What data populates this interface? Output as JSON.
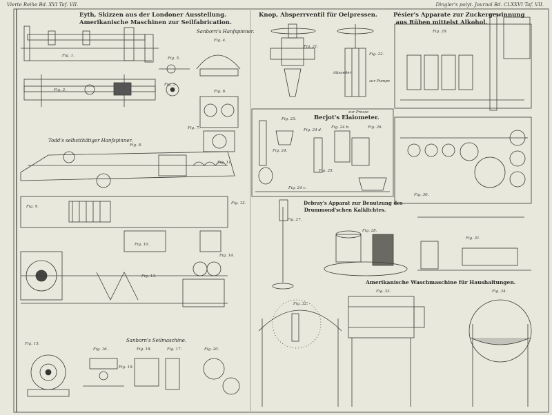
{
  "header": {
    "left": "Vierte Reihe Bd. XVI Taf. VII.",
    "right": "Dingler's polyt. Journal Bd. CLXXVI Taf. VII."
  },
  "titles": {
    "eyth_line1": "Eyth, Skizzen aus der Londoner Ausstellung.",
    "eyth_line2": "Amerikanische Maschinen zur Seilfabrication.",
    "sanborn_hanf": "Sanborn's Hanfspinner.",
    "todd": "Todd's selbstthätiger Hanfspinner.",
    "sanborn_seil": "Sanborn's Seilmaschine.",
    "knop": "Knop, Absperrventil für Oelpressen.",
    "pesier_line1": "Pésier's Apparate zur Zuckergewinnung",
    "pesier_line2": "aus Rüben mittelst Alkohol.",
    "berjot": "Berjot's Elaiometer.",
    "debray_line1": "Debray's Apparat zur Benutzung des",
    "debray_line2": "Drummond'schen Kalklichtes.",
    "wasch": "Amerikanische Waschmaschine für Haushaltungen."
  },
  "annotations": {
    "absaeder": "Absaeder",
    "zur_pumpe": "zur Pumpe",
    "zur_presse": "zur Presse"
  },
  "figures": {
    "f1": "Fig. 1.",
    "f2": "Fig. 2.",
    "f3": "Fig. 3.",
    "f4": "Fig. 4.",
    "f5": "Fig. 5.",
    "f6": "Fig. 6.",
    "f7": "Fig. 7.",
    "f8": "Fig. 8.",
    "f9": "Fig. 9.",
    "f10": "Fig. 10.",
    "f11": "Fig. 11.",
    "f12": "Fig. 12.",
    "f13": "Fig. 13.",
    "f14": "Fig. 14.",
    "f15": "Fig. 15.",
    "f16": "Fig. 16.",
    "f17": "Fig. 17.",
    "f18": "Fig. 18.",
    "f19": "Fig. 19.",
    "f20": "Fig. 20.",
    "f21": "Fig. 21.",
    "f22": "Fig. 22.",
    "f23": "Fig. 23.",
    "f24": "Fig. 24.",
    "f24b": "Fig. 24 b.",
    "f24c": "Fig. 24 c.",
    "f24d": "Fig. 24 d.",
    "f25": "Fig. 25.",
    "f26": "Fig. 26.",
    "f27": "Fig. 27.",
    "f28": "Fig. 28.",
    "f29": "Fig. 29.",
    "f30": "Fig. 30.",
    "f31": "Fig. 31.",
    "f32": "Fig. 32.",
    "f33": "Fig. 33.",
    "f34": "Fig. 34."
  },
  "colors": {
    "paper": "#e9e8dc",
    "ink": "#2a2a28"
  }
}
